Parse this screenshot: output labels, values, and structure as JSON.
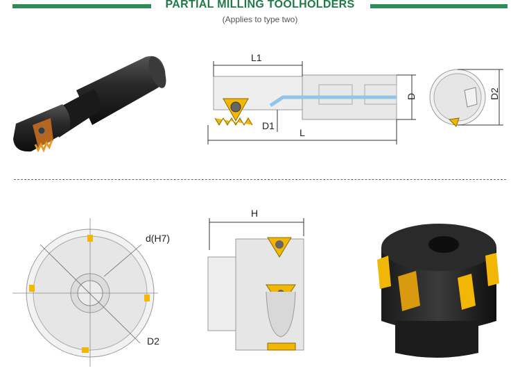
{
  "header": {
    "title": "PARTIAL MILLING TOOLHOLDERS",
    "subtitle": "(Applies to type two)"
  },
  "colors": {
    "title_green": "#1f7a47",
    "bar_green": "#2e8b57",
    "insert_gold": "#f2b705",
    "body_black": "#1e1e1e",
    "coolant_blue": "#8fc6e8"
  },
  "shank_drawing": {
    "labels": {
      "l1": "L1",
      "l1_sub": "1",
      "d": "D",
      "d1": "D1",
      "d1_sub": "1",
      "l": "L"
    }
  },
  "end_view": {
    "labels": {
      "d2": "D2",
      "d2_sub": "2"
    }
  },
  "cutter_face": {
    "labels": {
      "bore": "d(H7)",
      "d2": "D2",
      "d2_sub": "2"
    }
  },
  "cutter_side": {
    "labels": {
      "h": "H"
    }
  },
  "icons": [
    "shank-toolholder-3d",
    "insert-icon",
    "milling-cutter-3d"
  ]
}
